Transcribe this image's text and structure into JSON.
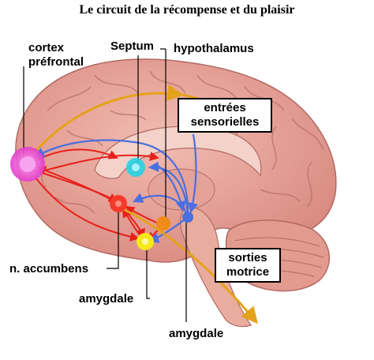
{
  "title": "Le circuit de la récompense et du plaisir",
  "labels": {
    "cortex_prefrontal_1": "cortex",
    "cortex_prefrontal_2": "préfrontal",
    "septum": "Septum",
    "hypothalamus": "hypothalamus",
    "entrees_1": "entrées",
    "entrees_2": "sensorielles",
    "accumbens": "n. accumbens",
    "amygdale_left": "amygdale",
    "sorties_1": "sorties",
    "sorties_2": "motrice",
    "amygdale_bottom": "amygdale"
  },
  "colors": {
    "brain": "#e8a79d",
    "brain_dark": "#c97c72",
    "red_path": "#e8201a",
    "blue_path": "#4a6fe0",
    "gold_path": "#e4a21a",
    "pfc": "#f04fd9",
    "septum": "#28d3e6",
    "accumbens": "#f53a2a",
    "amygdala": "#f7e81c",
    "vta": "#f08a1a"
  }
}
